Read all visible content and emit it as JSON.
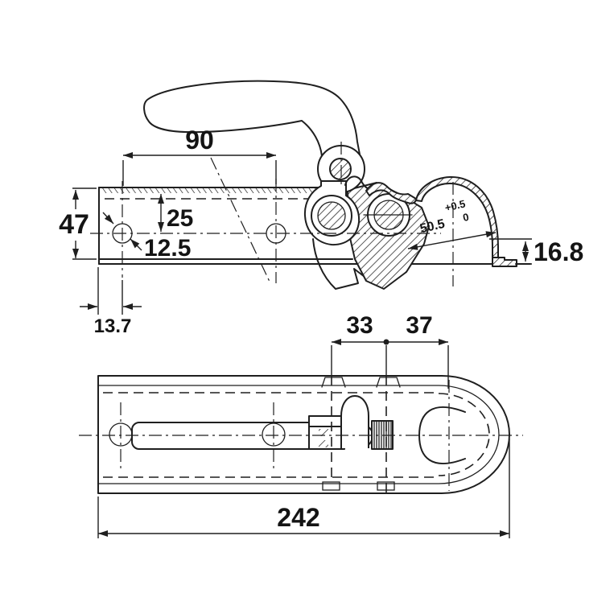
{
  "drawing": {
    "colors": {
      "ink": "#1f1f1f",
      "paper": "#ffffff"
    },
    "side_view": {
      "span_90": "90",
      "height_47": "47",
      "offset_25": "25",
      "hole_dia": "12.5",
      "edge_offset": "13.7",
      "drop_16_8": "16.8",
      "socket_dia": "50.5",
      "socket_tol_up": "+0.5",
      "socket_tol_low": "0"
    },
    "plan_view": {
      "pitch_33": "33",
      "pitch_37": "37",
      "length_242": "242"
    }
  }
}
